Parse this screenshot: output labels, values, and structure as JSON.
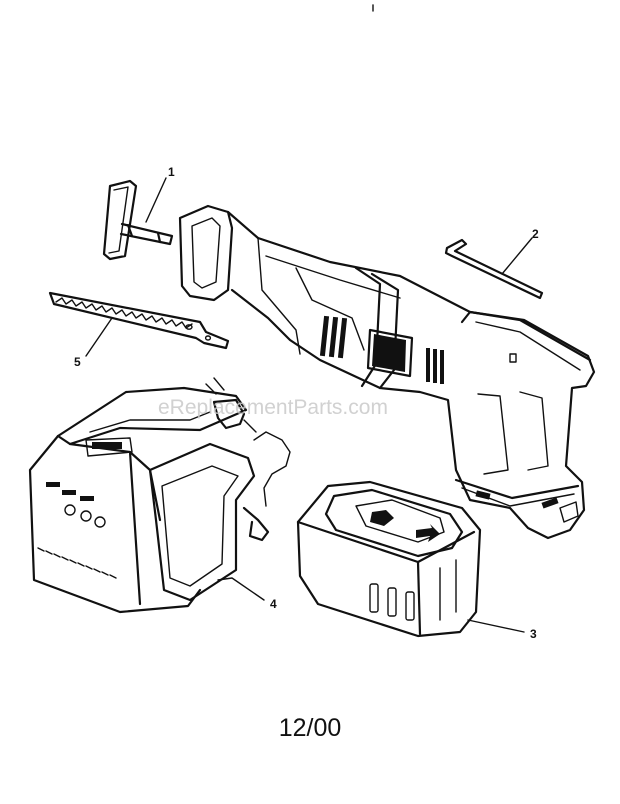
{
  "watermark": "eReplacementParts.com",
  "date_code": "12/00",
  "callouts": [
    {
      "number": "1",
      "part": "blade clamp key"
    },
    {
      "number": "2",
      "part": "hex key"
    },
    {
      "number": "3",
      "part": "battery pack"
    },
    {
      "number": "4",
      "part": "battery charger"
    },
    {
      "number": "5",
      "part": "saw blade"
    }
  ]
}
